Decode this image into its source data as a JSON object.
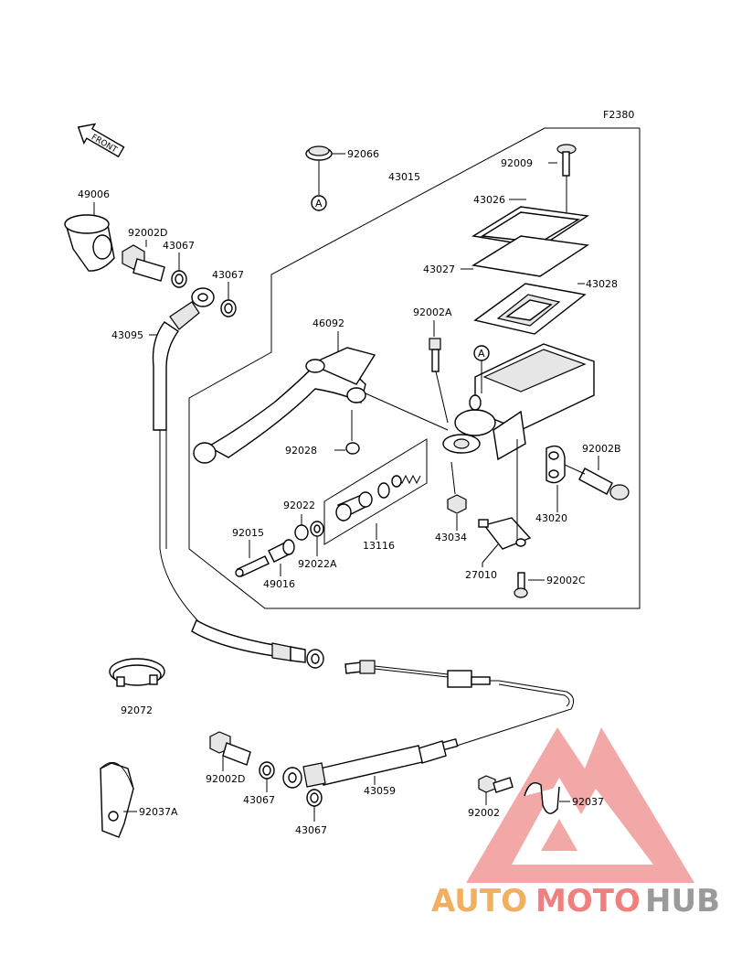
{
  "diagram": {
    "figure_code": "F2380",
    "front_label": "FRONT",
    "ref_marker": "A",
    "parts": [
      {
        "id": "p92066",
        "label": "92066"
      },
      {
        "id": "p43015",
        "label": "43015"
      },
      {
        "id": "p92009",
        "label": "92009"
      },
      {
        "id": "p43026",
        "label": "43026"
      },
      {
        "id": "p43027",
        "label": "43027"
      },
      {
        "id": "p43028",
        "label": "43028"
      },
      {
        "id": "p49006",
        "label": "49006"
      },
      {
        "id": "p92002D_top",
        "label": "92002D"
      },
      {
        "id": "p43067_a",
        "label": "43067"
      },
      {
        "id": "p43067_b",
        "label": "43067"
      },
      {
        "id": "p43095",
        "label": "43095"
      },
      {
        "id": "p46092",
        "label": "46092"
      },
      {
        "id": "p92002A",
        "label": "92002A"
      },
      {
        "id": "p92028",
        "label": "92028"
      },
      {
        "id": "p92002B",
        "label": "92002B"
      },
      {
        "id": "p92022",
        "label": "92022"
      },
      {
        "id": "p13116",
        "label": "13116"
      },
      {
        "id": "p92022A",
        "label": "92022A"
      },
      {
        "id": "p43020",
        "label": "43020"
      },
      {
        "id": "p92015",
        "label": "92015"
      },
      {
        "id": "p43034",
        "label": "43034"
      },
      {
        "id": "p49016",
        "label": "49016"
      },
      {
        "id": "p27010",
        "label": "27010"
      },
      {
        "id": "p92002C",
        "label": "92002C"
      },
      {
        "id": "p92072",
        "label": "92072"
      },
      {
        "id": "p92002D_bot",
        "label": "92002D"
      },
      {
        "id": "p43067_c",
        "label": "43067"
      },
      {
        "id": "p43059",
        "label": "43059"
      },
      {
        "id": "p92037A",
        "label": "92037A"
      },
      {
        "id": "p43067_d",
        "label": "43067"
      },
      {
        "id": "p92002",
        "label": "92002"
      },
      {
        "id": "p92037",
        "label": "92037"
      }
    ]
  },
  "watermark": {
    "part1": "AUTO",
    "part2": "MOTO",
    "part3": "HUB",
    "color_orange": "#f0b060",
    "color_red": "#f08080",
    "color_gray": "#9a9a9a"
  }
}
